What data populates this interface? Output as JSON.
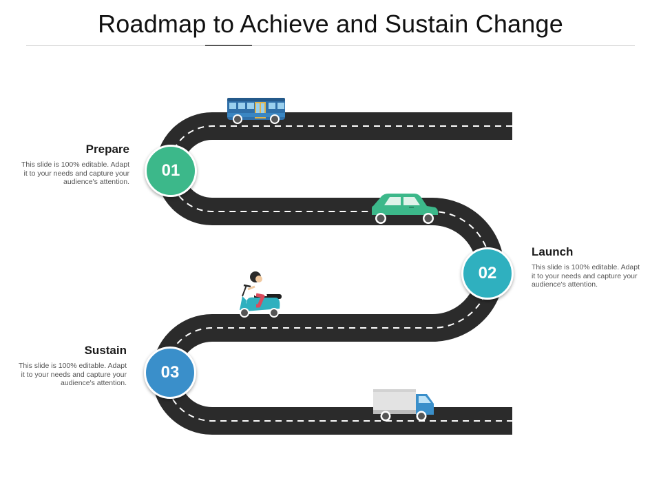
{
  "title": "Roadmap to Achieve and Sustain Change",
  "colors": {
    "road": "#2b2b2b",
    "lane": "#ffffff",
    "step1": "#3cb88a",
    "step2": "#2fb0bf",
    "step3": "#3a8fca"
  },
  "steps": [
    {
      "number": "01",
      "title": "Prepare",
      "description": "This slide is 100% editable. Adapt it to your needs and capture your audience's attention."
    },
    {
      "number": "02",
      "title": "Launch",
      "description": "This slide is 100% editable. Adapt it to your needs and capture your audience's attention."
    },
    {
      "number": "03",
      "title": "Sustain",
      "description": "This slide is 100% editable. Adapt it to your needs and capture your audience's attention."
    }
  ],
  "vehicles": [
    "bus-icon",
    "car-icon",
    "scooter-rider-icon",
    "truck-icon"
  ]
}
